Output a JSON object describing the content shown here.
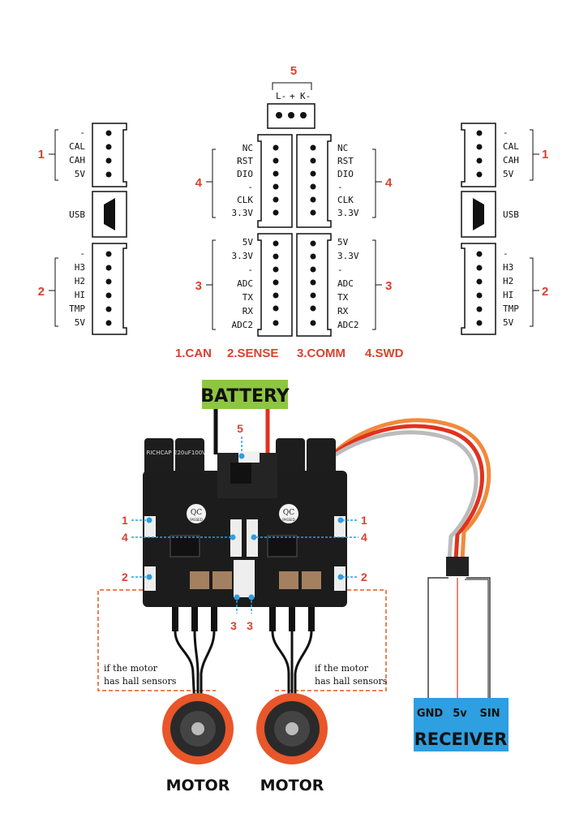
{
  "top_connector": {
    "number": "5",
    "pins": [
      "L-",
      "+",
      "K-"
    ]
  },
  "left_panel": {
    "can_pins": [
      "-",
      "CAL",
      "CAH",
      "5V"
    ],
    "can_num": "1",
    "usb_label": "USB",
    "sense_pins": [
      "-",
      "H3",
      "H2",
      "HI",
      "TMP",
      "5V"
    ],
    "sense_num": "2"
  },
  "right_panel": {
    "can_pins": [
      "-",
      "CAL",
      "CAH",
      "5V"
    ],
    "can_num": "1",
    "usb_label": "USB",
    "sense_pins": [
      "-",
      "H3",
      "H2",
      "HI",
      "TMP",
      "5V"
    ],
    "sense_num": "2"
  },
  "center_left": {
    "swd_pins": [
      "NC",
      "RST",
      "DIO",
      "-",
      "CLK",
      "3.3V"
    ],
    "swd_num": "4",
    "comm_pins": [
      "5V",
      "3.3V",
      "-",
      "ADC",
      "TX",
      "RX",
      "ADC2"
    ],
    "comm_num": "3"
  },
  "center_right": {
    "swd_pins": [
      "NC",
      "RST",
      "DIO",
      "-",
      "CLK",
      "3.3V"
    ],
    "swd_num": "4",
    "comm_pins": [
      "5V",
      "3.3V",
      "-",
      "ADC",
      "TX",
      "RX",
      "ADC2"
    ],
    "comm_num": "3"
  },
  "legend": [
    "1.CAN",
    "2.SENSE",
    "3.COMM",
    "4.SWD"
  ],
  "battery_label": "BATTERY",
  "board_callouts": {
    "battery_conn": "5",
    "left": [
      "1",
      "4",
      "2"
    ],
    "right": [
      "1",
      "4",
      "2"
    ],
    "bottom": [
      "3",
      "3"
    ]
  },
  "capacitor_text": [
    "RICHCAP",
    "220uF100V"
  ],
  "qc_badge": {
    "title": "QC",
    "sub": "PASSED"
  },
  "notes": {
    "left": [
      "if the motor",
      "has hall sensors"
    ],
    "right": [
      "if the motor",
      "has hall sensors"
    ]
  },
  "motor_labels": [
    "MOTOR",
    "MOTOR"
  ],
  "receiver": {
    "title": "RECEIVER",
    "pins": [
      "GND",
      "5v",
      "SIN"
    ]
  },
  "colors": {
    "callout_red": "#d9412f",
    "battery_green": "#8dc640",
    "receiver_blue": "#2e9fe0",
    "motor_orange": "#e8562a",
    "wire_red": "#e0321f",
    "wire_orange": "#f08a3c",
    "board_black": "#1c1c1c",
    "dashed_box": "#e05a20"
  }
}
